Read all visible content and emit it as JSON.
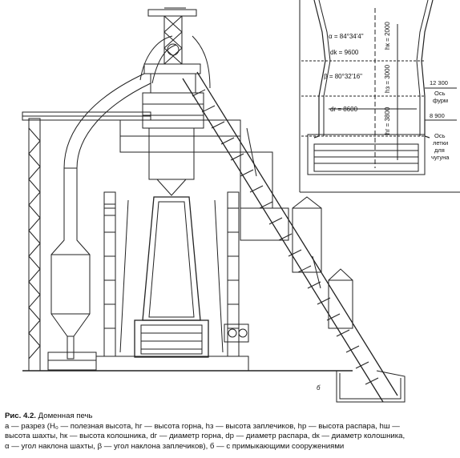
{
  "figure": {
    "panel_b_label": "б",
    "cross_section": {
      "alpha": "α = 84°34'4\"",
      "d_k": "dk = 9600",
      "beta": "β = 80°32'16\"",
      "d_r": "dr = 8600",
      "h_k": "hк = 2000",
      "h_zap": "hз = 3000",
      "h_g": "hг = 3800",
      "level_top": "12 300",
      "tuyere_axis_1": "Ось",
      "tuyere_axis_2": "фурм",
      "level_bottom": "8 900",
      "taphole_1": "Ось",
      "taphole_2": "летки",
      "taphole_3": "для",
      "taphole_4": "чугуна"
    }
  },
  "caption": {
    "title": "Рис. 4.2.",
    "name": "Доменная печь",
    "line1": "а — разрез (H₀ — полезная высота, hг — высота горна, hз — высота заплечиков, hр — высота распара, hш —",
    "line2": "высота шахты, hк — высота колошника, dг — диаметр горна, dр — диаметр распара, dк — диаметр колошника,",
    "line3": "α — угол наклона шахты, β — угол наклона заплечиков), б — с примыкающими сооружениями"
  }
}
